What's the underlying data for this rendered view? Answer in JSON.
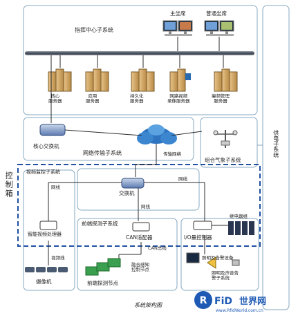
{
  "title": "系统架构图",
  "labels": {
    "dispatch_center": "指挥中心子系统",
    "supervisor_seat": "主坐席",
    "normal_seat": "普通坐席",
    "servers": [
      "核心\n服务器",
      "应用\n服务器",
      "持久化\n服务器",
      "网路视频\n录像服务器",
      "瘦频管理\n服务器"
    ],
    "core_switch": "核心交换机",
    "network_transport": "网络传输子系统",
    "transport_network": "传输网络",
    "weather_subsystem": "组合气象子系统",
    "power_subsystem": "供电子系统",
    "control_box": "控制箱",
    "video_subsystem": "视频监控子系统",
    "switch": "交换机",
    "ethernet": "网线",
    "smart_video": "智能视频处理器",
    "video_cable": "视频线",
    "camera": "摄像机",
    "frontend_subsystem": "前端探测子系统",
    "can_adapter": "CAN适配器",
    "can_bus": "CAN总线",
    "fusion_node": "融合感知\n控制节点",
    "frontend_node": "前端探测节点",
    "io_controller": "I/O量控制器",
    "relay_group": "继电器组",
    "lighting_device": "照明及告警设备",
    "lighting_subsystem": "照明及声音告\n警子系统"
  },
  "logo": {
    "brand": "RFID世界网",
    "url": "www.RfidWorld.com.cn"
  },
  "colors": {
    "frame": "#86a8c0",
    "dash": "#1f4fa0",
    "line": "#2a2a2a"
  }
}
